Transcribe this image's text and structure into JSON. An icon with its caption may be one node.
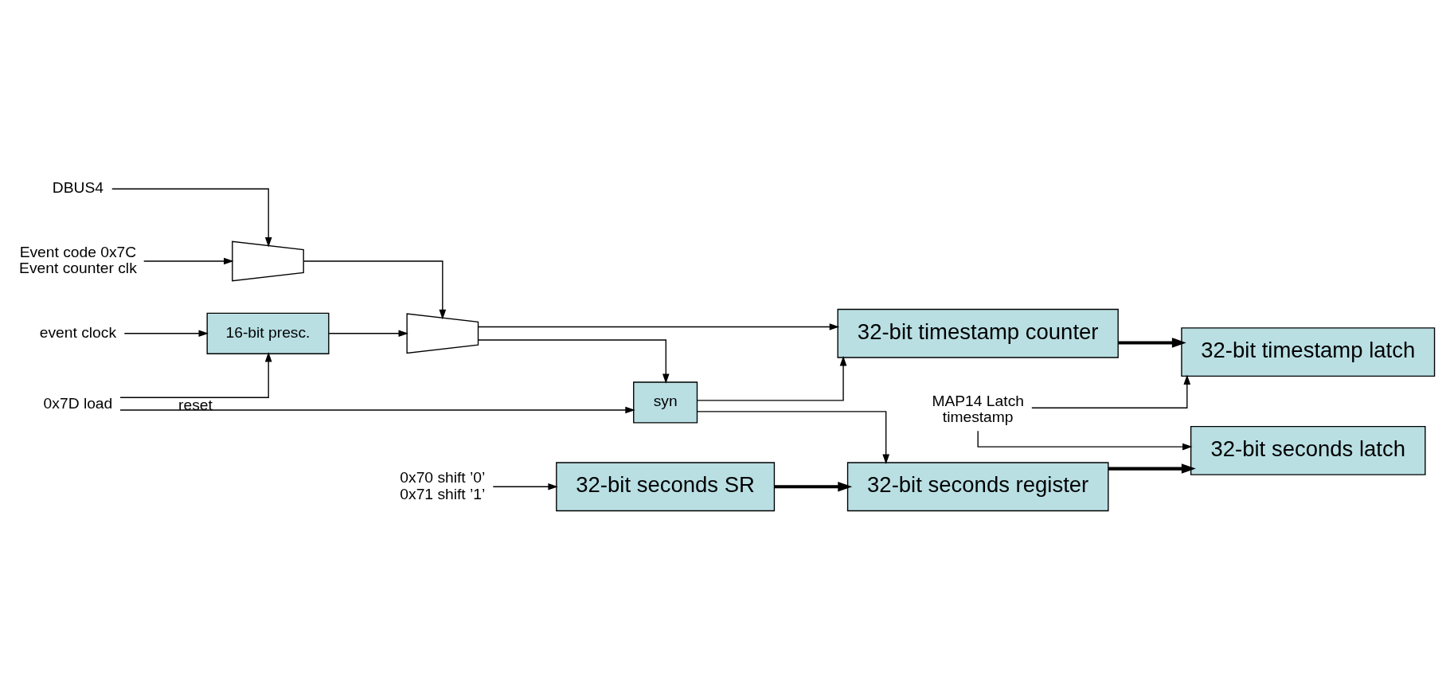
{
  "diagram": {
    "nodes": [
      {
        "text": [
          "DBUS4"
        ]
      },
      {
        "text": [
          "Event code 0x7C Event counter clk"
        ]
      },
      {
        "text": [],
        "shape": "trapezium"
      },
      {
        "text": [
          "event clock"
        ]
      },
      {
        "text": [
          "16-bit presc."
        ]
      },
      {
        "text": [],
        "shape": "trapezium"
      },
      {
        "text": [
          "0x70 shift ’0’ 0x71 shift ’1’"
        ]
      },
      {
        "text": [
          "32-bit seconds SR"
        ]
      },
      {
        "text": [
          "0x7D load"
        ]
      },
      {
        "text": [
          "syn"
        ]
      },
      {
        "text": [
          "32-bit seconds register"
        ]
      },
      {
        "text": [
          "32-bit timestamp counter"
        ]
      },
      {
        "text": [
          "MAP14 Latch timestamp"
        ]
      },
      {
        "text": [
          "32-bit seconds latch"
        ]
      },
      {
        "text": [
          "32-bit timestamp latch"
        ]
      }
    ],
    "edges": [
      {
        "from": 0,
        "to": 2,
        "arrow": "to"
      },
      {
        "from": 1,
        "to": 2,
        "arrow": "to"
      },
      {
        "from": 2,
        "to": 5,
        "arrow": "to"
      },
      {
        "from": 8,
        "to": 4,
        "arrow": "to",
        "label": "reset"
      },
      {
        "from": 3,
        "to": 4,
        "arrow": "to"
      },
      {
        "from": 4,
        "to": 5,
        "arrow": "to"
      },
      {
        "from": 6,
        "to": 7,
        "arrow": "to"
      },
      {
        "from": 7,
        "to": 10,
        "arrow": "to",
        "style": "thick"
      },
      {
        "from": 8,
        "to": 9,
        "arrow": "to"
      },
      {
        "from": 5,
        "to": 9,
        "arrow": "to"
      },
      {
        "from": 5,
        "to": 11,
        "arrow": "to"
      },
      {
        "from": 9,
        "to": 10,
        "arrow": "to"
      },
      {
        "from": 9,
        "to": 11,
        "arrow": "to"
      },
      {
        "from": 10,
        "to": 13,
        "arrow": "to",
        "style": "thick"
      },
      {
        "from": 11,
        "to": 14,
        "arrow": "to",
        "style": "thick"
      },
      {
        "from": 12,
        "to": 13,
        "arrow": "to"
      },
      {
        "from": 12,
        "to": 14,
        "arrow": "to"
      }
    ]
  }
}
